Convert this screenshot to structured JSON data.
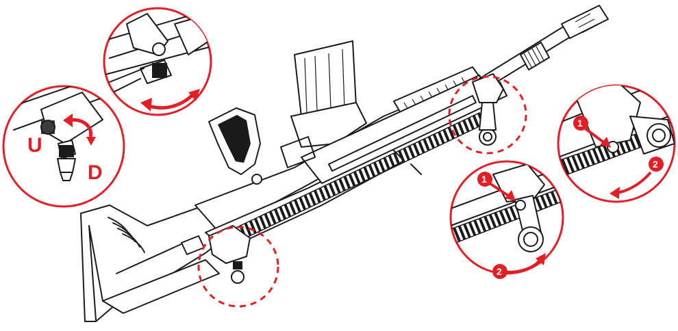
{
  "colors": {
    "accent": "#e21f26",
    "ink": "#1a1a1a",
    "background": "#ffffff"
  },
  "detail_up_down": {
    "up_label": "U",
    "down_label": "D"
  },
  "detail_rear_sight_flip": {
    "step_1": "1",
    "step_2": "2"
  },
  "detail_front_sight_flip": {
    "step_1": "1",
    "step_2": "2"
  }
}
